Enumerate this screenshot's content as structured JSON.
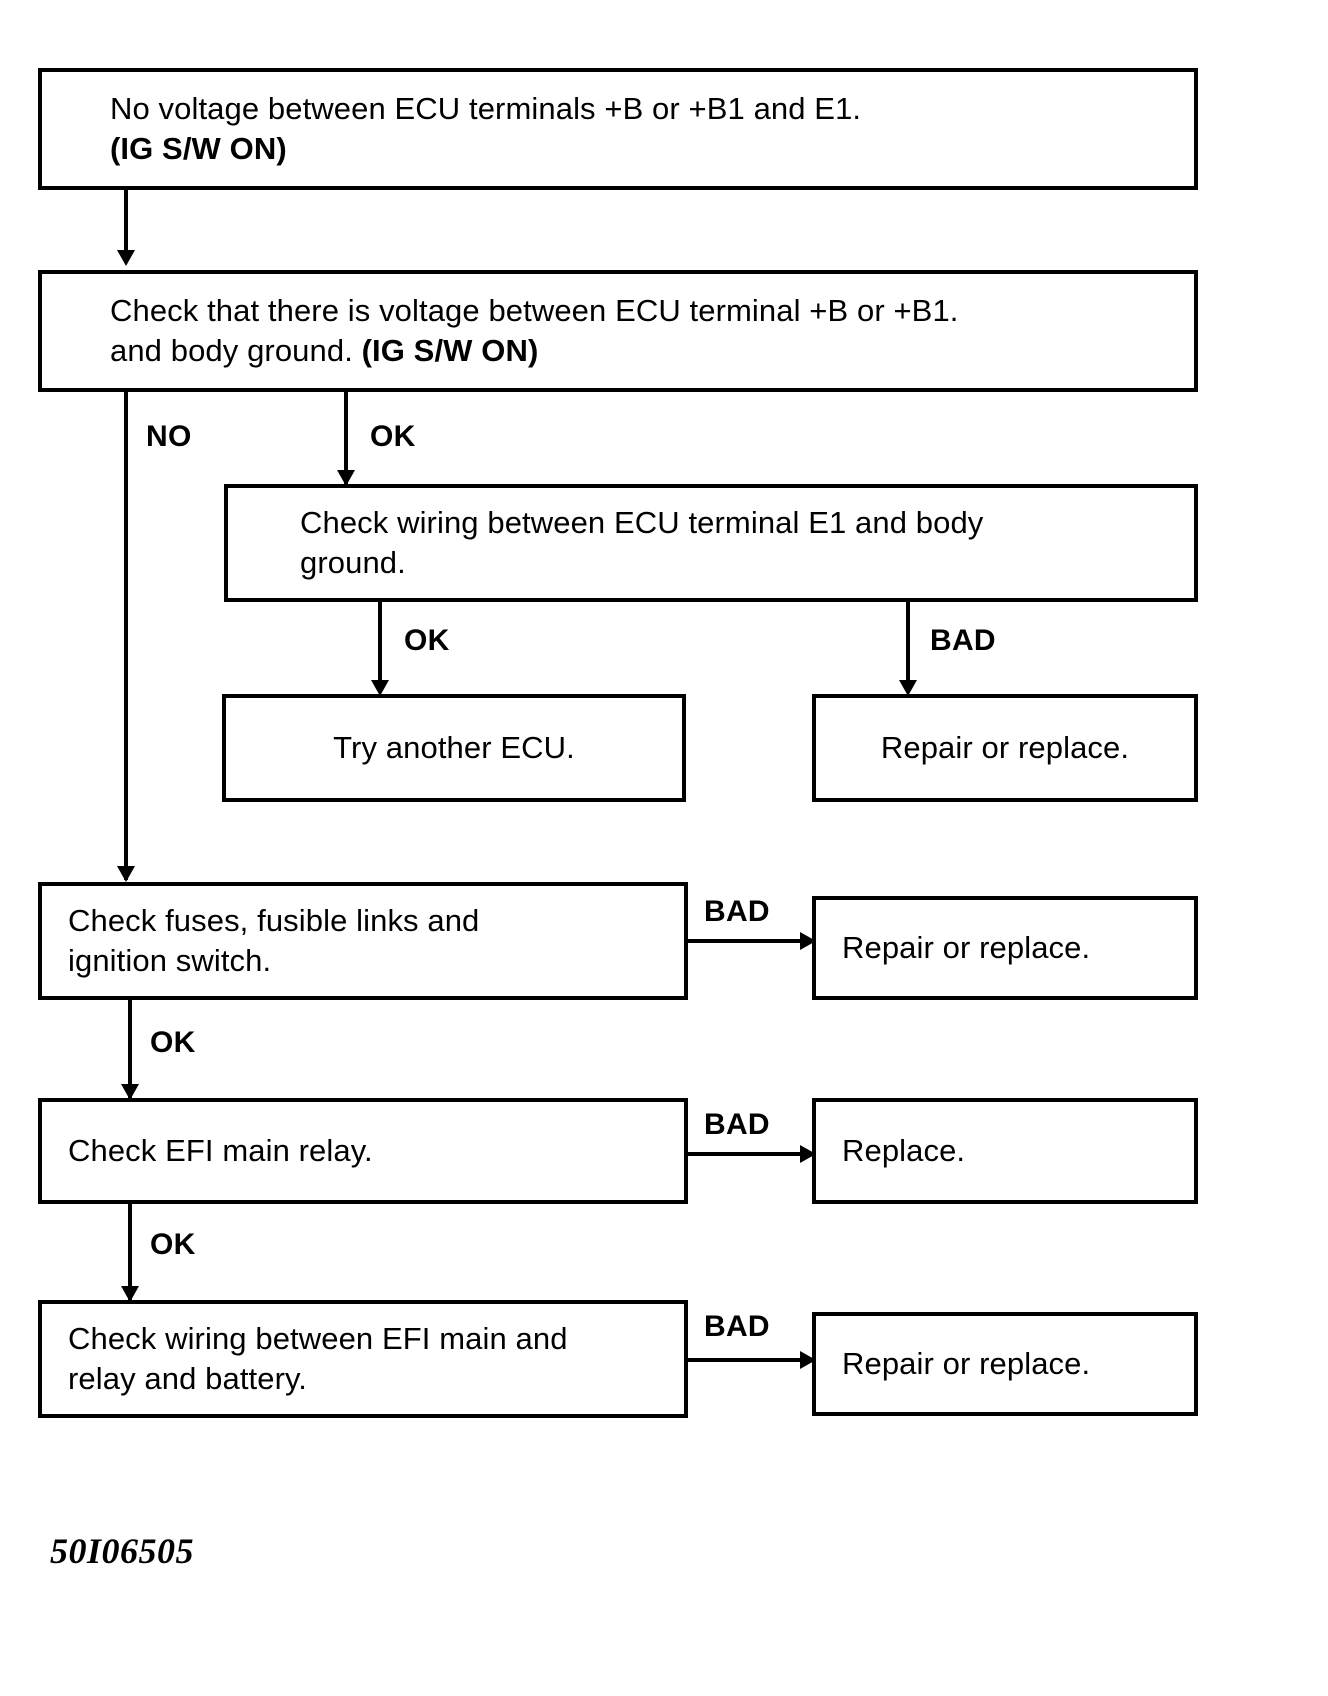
{
  "diagram": {
    "caption": "50I06505",
    "nodes": {
      "n1": {
        "line1": "No voltage between ECU terminals +B or +B1 and E1.",
        "line2": "(IG S/W ON)"
      },
      "n2": {
        "line1": "Check that there is voltage between ECU terminal +B or +B1.",
        "line2a": "and body ground. ",
        "line2b": "(IG S/W ON)"
      },
      "n3": {
        "line1": "Check wiring between ECU terminal E1 and body",
        "line2": "ground."
      },
      "n4": {
        "line1": "Try another ECU."
      },
      "n5": {
        "line1": "Repair or replace."
      },
      "n6": {
        "line1": "Check fuses, fusible links and",
        "line2": "ignition switch."
      },
      "n7": {
        "line1": "Repair or replace."
      },
      "n8": {
        "line1": "Check EFI main relay."
      },
      "n9": {
        "line1": "Replace."
      },
      "n10": {
        "line1": "Check wiring between EFI main and",
        "line2": "relay and battery."
      },
      "n11": {
        "line1": "Repair or replace."
      }
    },
    "edges": {
      "e_no": "NO",
      "e_ok1": "OK",
      "e_ok2": "OK",
      "e_bad1": "BAD",
      "e_bad2": "BAD",
      "e_ok3": "OK",
      "e_bad3": "BAD",
      "e_ok4": "OK",
      "e_bad4": "BAD"
    },
    "colors": {
      "stroke": "#000000",
      "background": "#ffffff"
    }
  }
}
